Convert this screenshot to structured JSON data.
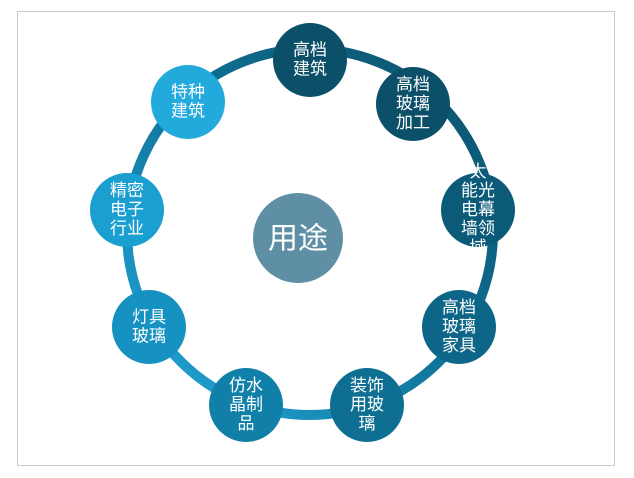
{
  "diagram": {
    "center": {
      "label": "用途",
      "color": "#5e8fa5"
    },
    "ring_colors": [
      "#0b4f68",
      "#0e6f93",
      "#1597c7",
      "#23a8dc"
    ],
    "nodes": [
      {
        "lines": [
          "高档",
          "建筑"
        ],
        "color": "#0b4f68"
      },
      {
        "lines": [
          "高档",
          "玻璃",
          "加工"
        ],
        "color": "#0b4f68"
      },
      {
        "lines": [
          "太",
          "能光",
          "电幕",
          "墙领",
          "域"
        ],
        "color": "#0b5a78"
      },
      {
        "lines": [
          "高档",
          "玻璃",
          "家具"
        ],
        "color": "#0d6687"
      },
      {
        "lines": [
          "装饰",
          "用玻",
          "璃"
        ],
        "color": "#0e6f93"
      },
      {
        "lines": [
          "仿水",
          "晶制",
          "品"
        ],
        "color": "#1180a9"
      },
      {
        "lines": [
          "灯具",
          "玻璃"
        ],
        "color": "#1592c2"
      },
      {
        "lines": [
          "精密",
          "电子",
          "行业"
        ],
        "color": "#1a9fd0"
      },
      {
        "lines": [
          "特种",
          "建筑"
        ],
        "color": "#22aadd"
      }
    ]
  }
}
